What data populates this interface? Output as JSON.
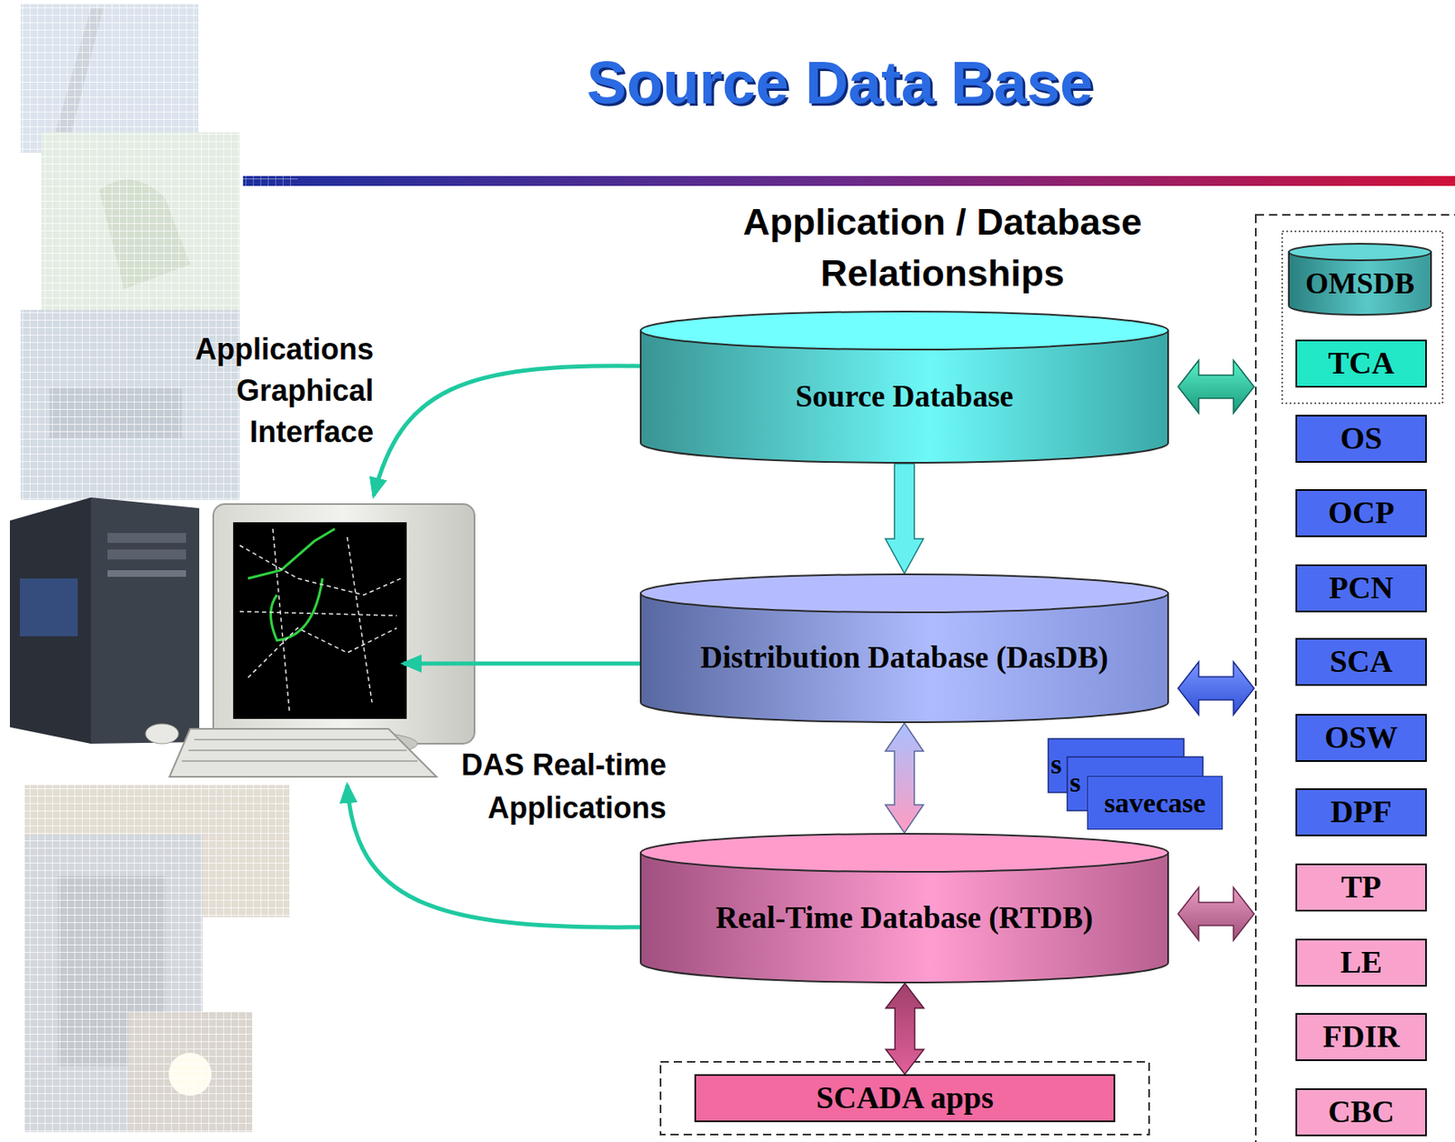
{
  "diagram": {
    "title": "Source Data Base",
    "nodes": [
      {
        "text": [
          "Source Database"
        ]
      },
      {
        "text": [
          "Distribution Database (DasDB)"
        ]
      },
      {
        "text": [
          "savecase"
        ]
      },
      {
        "text": [
          "Real-Time Database (RTDB)"
        ]
      },
      {
        "text": [
          "SCADA apps"
        ]
      },
      {
        "text": [
          "OMSDB"
        ]
      },
      {
        "text": [
          "TCA"
        ]
      },
      {
        "text": [
          "OS"
        ]
      },
      {
        "text": [
          "OCP"
        ]
      },
      {
        "text": [
          "PCN"
        ]
      },
      {
        "text": [
          "SCA"
        ]
      },
      {
        "text": [
          "OSW"
        ]
      },
      {
        "text": [
          "DPF"
        ]
      },
      {
        "text": [
          "TP"
        ]
      },
      {
        "text": [
          "LE"
        ]
      },
      {
        "text": [
          "FDIR"
        ]
      },
      {
        "text": [
          "CBC"
        ]
      }
    ],
    "edges": [
      {
        "from": 0,
        "to": 1,
        "arrow": "to"
      },
      {
        "from": 1,
        "to": 3,
        "arrow": "both"
      },
      {
        "from": 3,
        "to": 4,
        "arrow": "both"
      }
    ],
    "labels": [
      "Application / Database Relationships",
      "Applications Graphical Interface",
      "DAS Real-time Applications",
      "s",
      "s"
    ]
  }
}
